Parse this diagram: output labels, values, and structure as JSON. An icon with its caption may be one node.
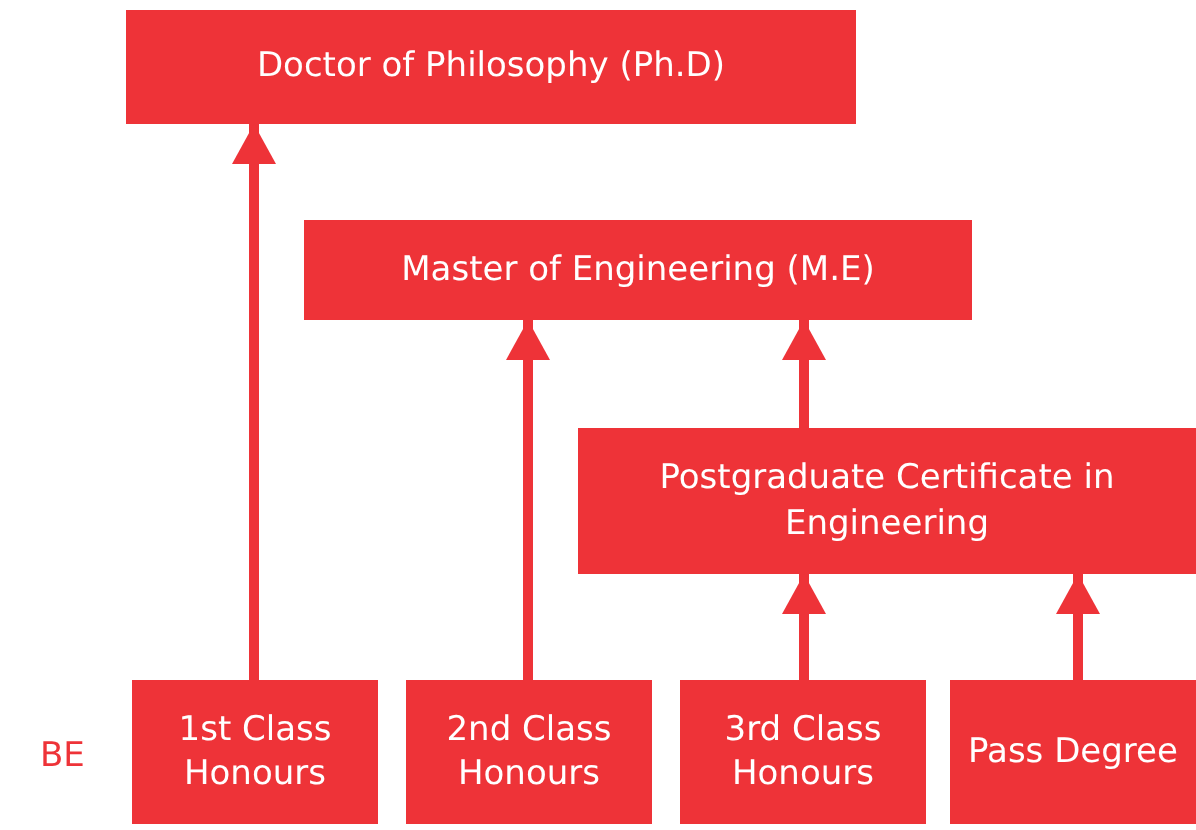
{
  "diagram": {
    "nodes": [
      {
        "text": [
          "Doctor of Philosophy (Ph.D)"
        ]
      },
      {
        "text": [
          "Master of Engineering (M.E)"
        ]
      },
      {
        "text": [
          "Postgraduate Certificate in Engineering"
        ]
      },
      {
        "text": [
          "1st Class Honours"
        ]
      },
      {
        "text": [
          "2nd Class Honours"
        ]
      },
      {
        "text": [
          "3rd Class Honours"
        ]
      },
      {
        "text": [
          "Pass Degree"
        ]
      }
    ],
    "edges": [
      {
        "from": 3,
        "to": 0,
        "arrow": "to"
      },
      {
        "from": 4,
        "to": 1,
        "arrow": "to"
      },
      {
        "from": 2,
        "to": 1,
        "arrow": "to"
      },
      {
        "from": 5,
        "to": 2,
        "arrow": "to"
      },
      {
        "from": 6,
        "to": 2,
        "arrow": "to"
      }
    ],
    "labels": [
      "BE"
    ]
  }
}
